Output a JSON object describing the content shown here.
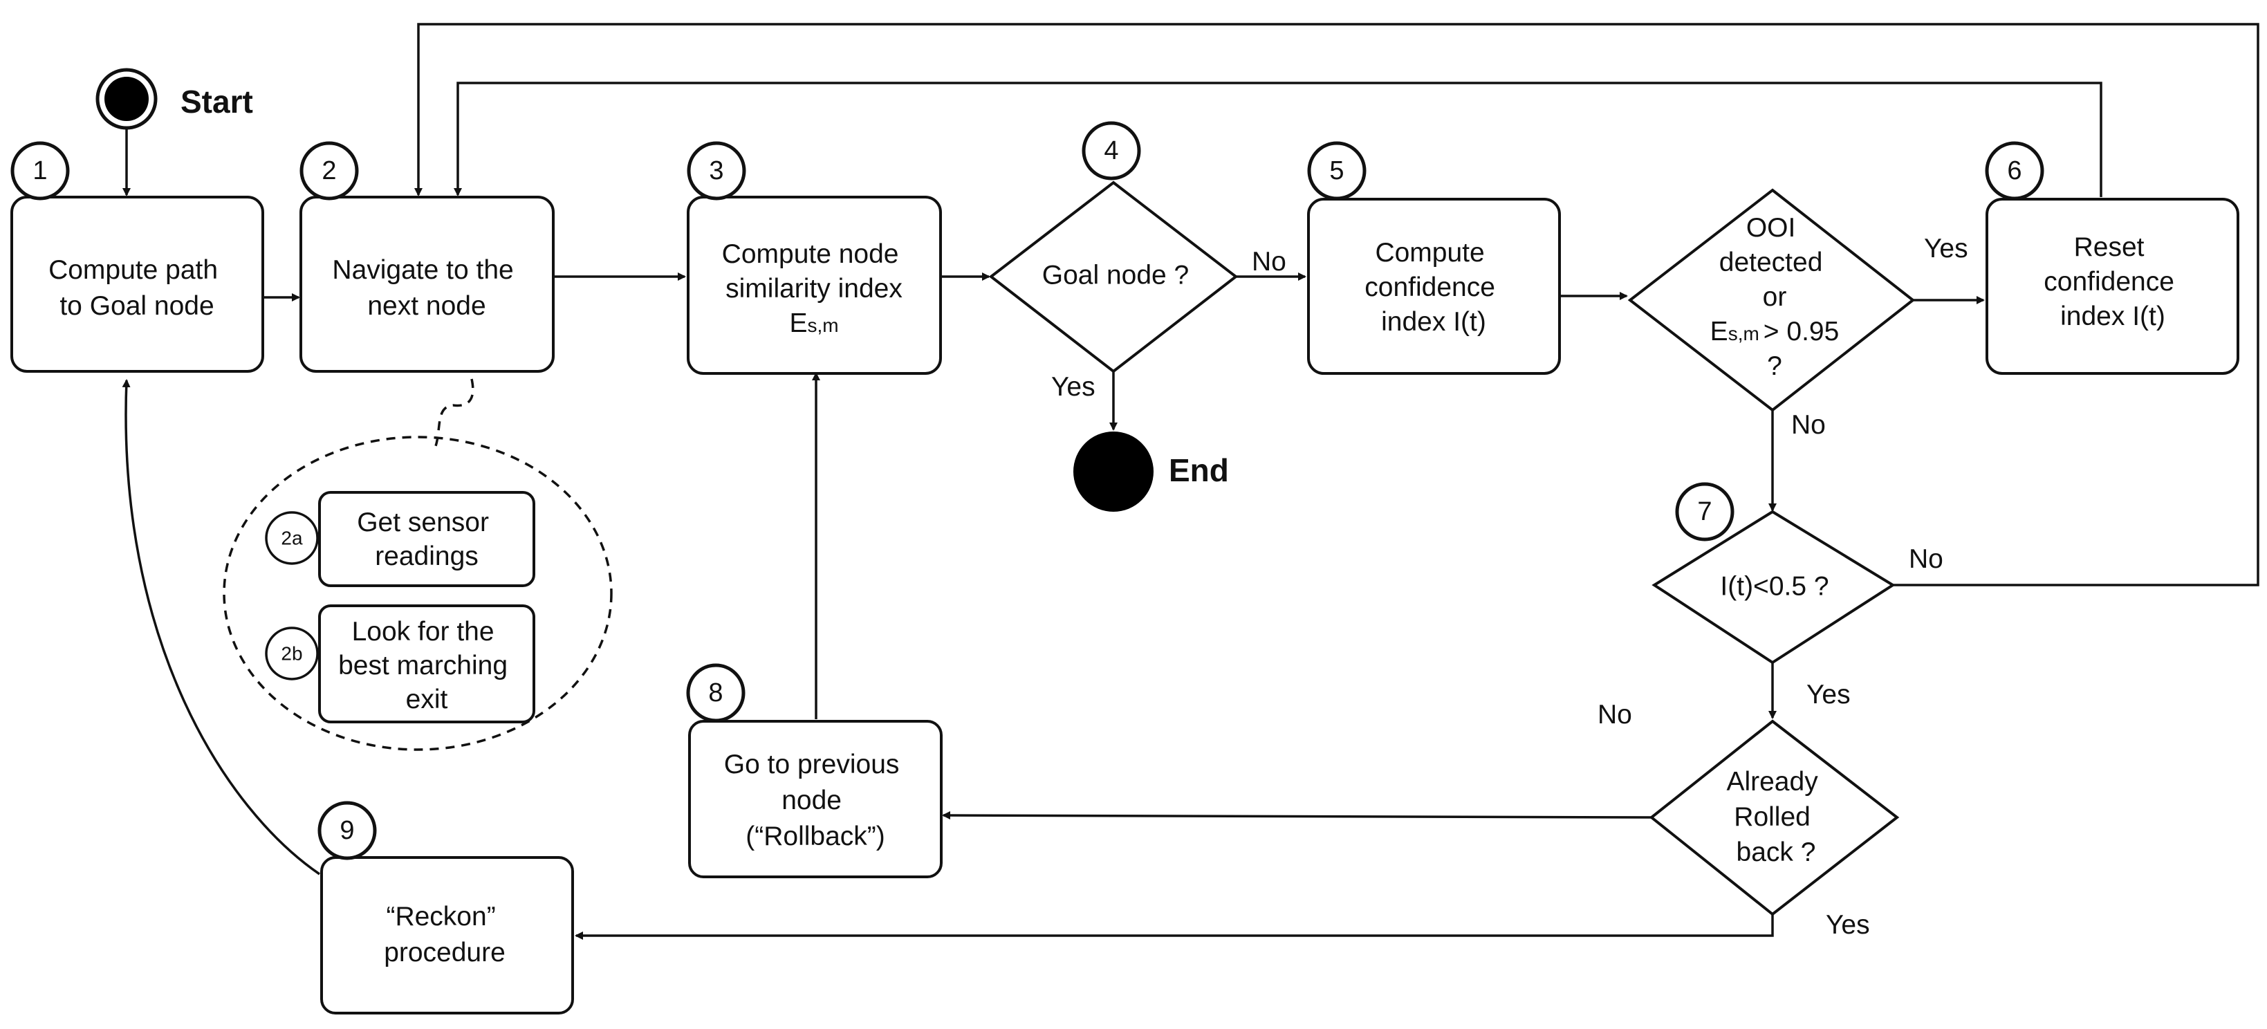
{
  "start_label": "Start",
  "end_label": "End",
  "steps": {
    "n1": {
      "number": "1",
      "lines": [
        "Compute path",
        "to Goal node"
      ]
    },
    "n2": {
      "number": "2",
      "lines": [
        "Navigate to the",
        "next node"
      ]
    },
    "n2a": {
      "number": "2a",
      "lines": [
        "Get sensor",
        "readings"
      ]
    },
    "n2b": {
      "number": "2b",
      "lines": [
        "Look for the",
        "best marching",
        "exit"
      ]
    },
    "n3": {
      "number": "3",
      "lines": [
        "Compute node",
        "similarity index"
      ],
      "symbol": "E",
      "symbol_sub": "s,m"
    },
    "n4": {
      "number": "4",
      "lines": [
        "Goal node ?"
      ]
    },
    "n5": {
      "number": "5",
      "lines": [
        "Compute",
        "confidence",
        "index I(t)"
      ]
    },
    "n6": {
      "number": "6",
      "lines": [
        "Reset",
        "confidence",
        "index I(t)"
      ]
    },
    "n7": {
      "number": "7",
      "lines": [
        "I(t)<0.5 ?"
      ]
    },
    "n8": {
      "number": "8",
      "lines": [
        "Go to previous",
        "node",
        "(“Rollback”)"
      ]
    },
    "n9": {
      "number": "9",
      "lines": [
        "“Reckon”",
        "procedure"
      ]
    },
    "ooi": {
      "lines": [
        "OOI",
        "detected",
        "or"
      ],
      "symbol": "E",
      "symbol_sub": "s,m",
      "cond_tail": "> 0.95",
      "last": "?"
    },
    "rolled": {
      "lines": [
        "Already",
        "Rolled",
        "back ?"
      ]
    }
  },
  "edge_labels": {
    "goal_no": "No",
    "goal_yes": "Yes",
    "ooi_yes": "Yes",
    "ooi_no": "No",
    "it_no": "No",
    "it_yes": "Yes",
    "rolled_no": "No",
    "rolled_yes": "Yes"
  }
}
